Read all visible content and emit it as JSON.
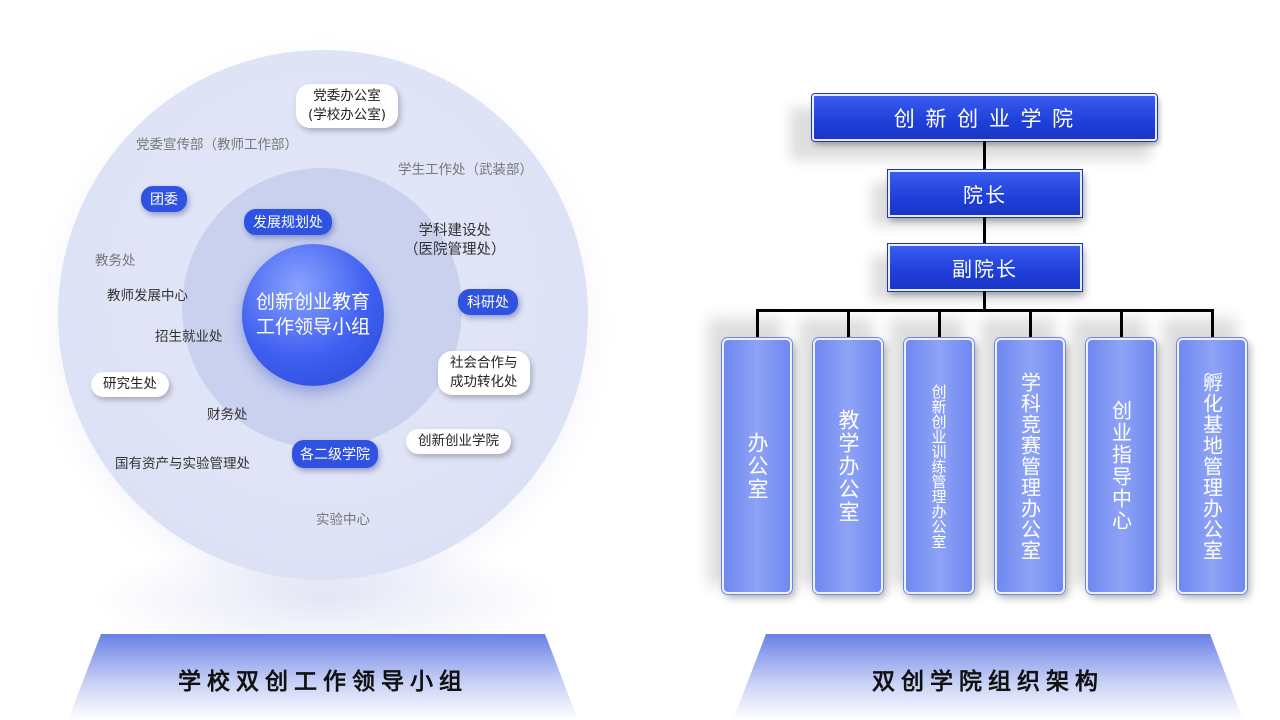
{
  "left": {
    "core": {
      "line1": "创新创业教育",
      "line2": "工作领导小组"
    },
    "top_pill": {
      "line1": "党委办公室",
      "line2": "(学校办公室)"
    },
    "labels": {
      "propaganda": "党委宣传部（教师工作部）",
      "student_affairs": "学生工作处（武装部）",
      "league": "团委",
      "planning": "发展规划处",
      "discipline_1": "学科建设处",
      "discipline_2": "（医院管理处）",
      "academic_affairs": "教务处",
      "teacher_dev": "教师发展中心",
      "research": "科研处",
      "admissions": "招生就业处",
      "social_1": "社会合作与",
      "social_2": "成功转化处",
      "graduate": "研究生处",
      "finance": "财务处",
      "innovation_college": "创新创业学院",
      "assets": "国有资产与实验管理处",
      "colleges": "各二级学院",
      "lab_center": "实验中心"
    },
    "banner": "学校双创工作领导小组"
  },
  "right": {
    "top": "创 新 创 业 学 院",
    "dean": "院长",
    "vice_dean": "副院长",
    "offices": [
      "办公室",
      "教学办公室",
      "创新创业训练管理办公室",
      "学科竞赛管理办公室",
      "创业指导中心",
      "孵化基地管理办公室"
    ],
    "banner": "双创学院组织架构"
  }
}
